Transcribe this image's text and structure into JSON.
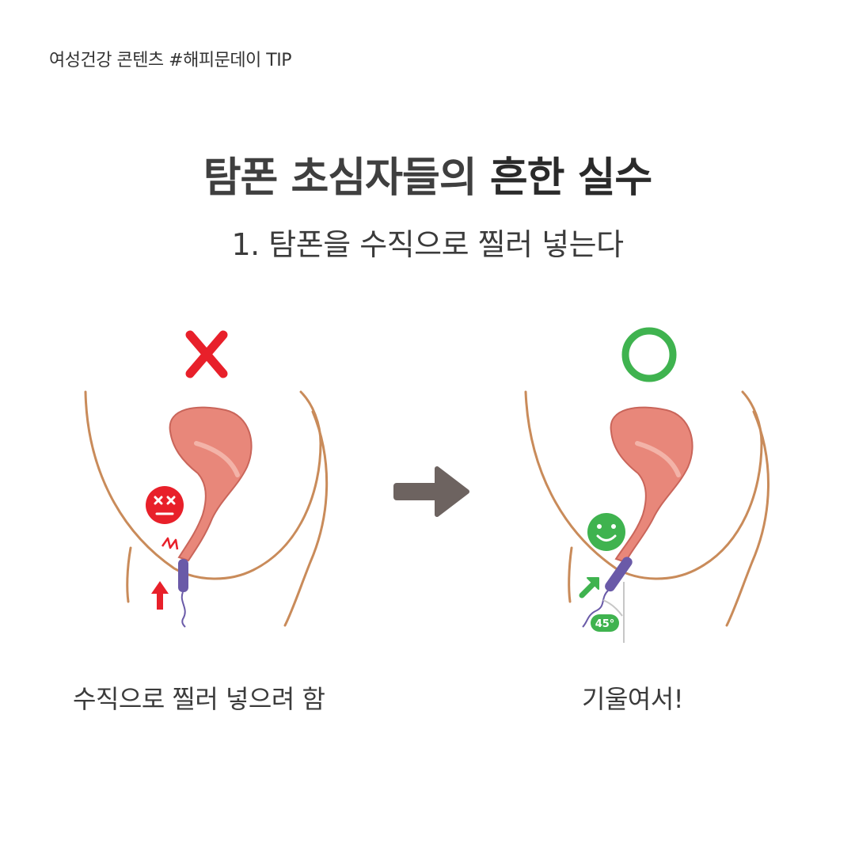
{
  "header": {
    "tag": "여성건강 콘텐츠 #해피문데이 TIP"
  },
  "title": {
    "normal": "탐폰 초심자들의 ",
    "emphasis": "흔한 실수"
  },
  "subtitle": "1. 탐폰을 수직으로 찔러 넣는다",
  "wrong_panel": {
    "mark": "X",
    "caption": "수직으로 찔러 넣으려 함",
    "mood_icon": "dizzy-face-icon"
  },
  "right_panel": {
    "mark": "O",
    "caption": "기울여서!",
    "angle_label": "45°",
    "mood_icon": "smiling-face-icon"
  },
  "colors": {
    "wrong": "#e8202a",
    "right": "#3fb34f",
    "arrow": "#6d6360",
    "outline": "#c98b5a",
    "uterus": "#e8877a",
    "tampon": "#6a5aa8"
  }
}
